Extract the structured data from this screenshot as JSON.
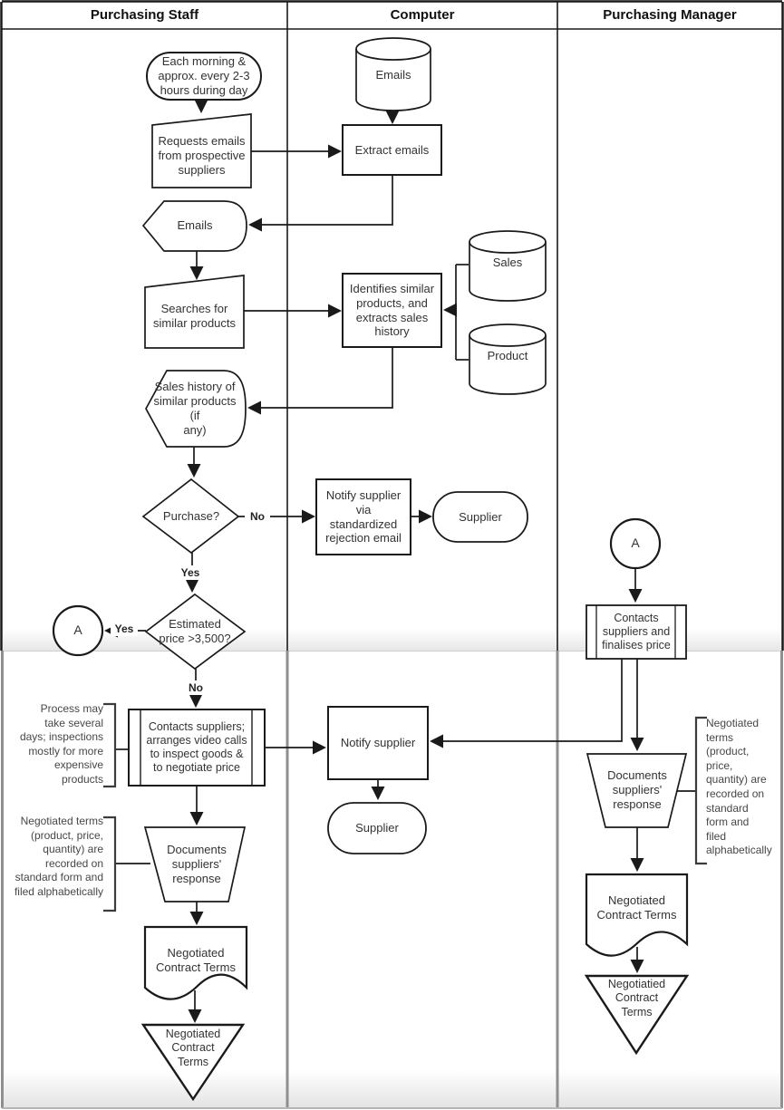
{
  "diagram": {
    "title": "Purchasing process swimlane flowchart",
    "lanes": [
      {
        "label": "Purchasing Staff"
      },
      {
        "label": "Computer"
      },
      {
        "label": "Purchasing Manager"
      }
    ],
    "nodes": {
      "start_event": "Each morning &\napprox. every 2-3\nhours during day",
      "manual_input_request": "Requests emails\nfrom prospective\nsuppliers",
      "display_emails": "Emails",
      "manual_input_search": "Searches for\nsimilar products",
      "display_sales_history": "Sales history of\nsimilar products (if\nany)",
      "decision_purchase": "Purchase?",
      "decision_price": "Estimated\nprice >3,500?",
      "connector_a_staff": "A",
      "predefined_contact_staff": "Contacts suppliers;\narranges video calls\nto inspect goods &\nto negotiate price",
      "manual_op_documents_staff": "Documents\nsuppliers'\nresponse",
      "document_contract_staff": "Negotiated\nContract Terms",
      "storage_contract_staff": "Negotiated\nContract\nTerms",
      "db_emails": "Emails",
      "process_extract": "Extract emails",
      "process_identify": "Identifies similar\nproducts, and\nextracts sales\nhistory",
      "db_sales": "Sales",
      "db_product": "Product",
      "process_reject": "Notify supplier via\nstandardized\nrejection email",
      "terminator_supplier_top": "Supplier",
      "process_notify": "Notify supplier",
      "terminator_supplier_bottom": "Supplier",
      "connector_a_manager": "A",
      "predefined_contact_manager": "Contacts\nsuppliers and\nfinalises price",
      "manual_op_documents_manager": "Documents\nsuppliers'\nresponse",
      "document_contract_manager": "Negotiated\nContract Terms",
      "storage_contract_manager": "Negotiatied\nContract\nTerms"
    },
    "annotations": {
      "process_duration": "Process may\ntake several\ndays; inspections\nmostly for more\nexpensive\nproducts",
      "filing_staff": "Negotiated terms\n(product, price,\nquantity) are\nrecorded on\nstandard form and\nfiled alphabetically",
      "filing_manager": "Negotiated\nterms\n(product,\nprice,\nquantity) are\nrecorded on\nstandard\nform and\nfiled\nalphabetically"
    },
    "edge_labels": {
      "purchase_no": "No",
      "purchase_yes": "Yes",
      "price_yes": "Yes",
      "price_no": "No"
    }
  }
}
